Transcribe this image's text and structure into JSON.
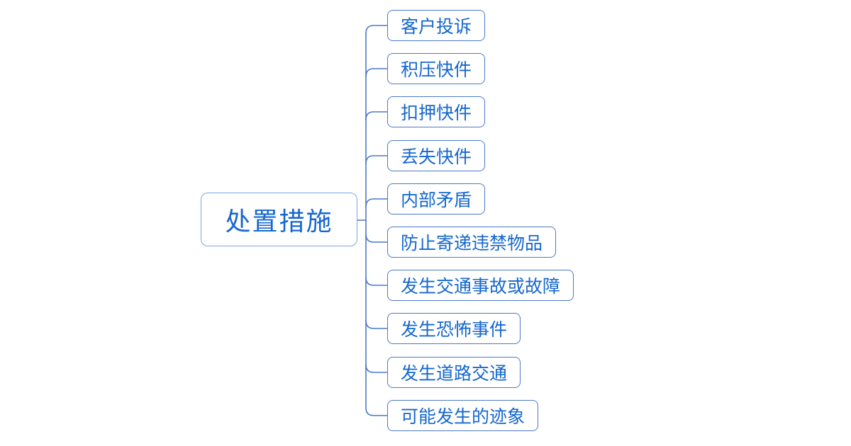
{
  "diagram": {
    "type": "mindmap",
    "root": {
      "label": "处置措施"
    },
    "children": [
      {
        "label": "客户投诉"
      },
      {
        "label": "积压快件"
      },
      {
        "label": "扣押快件"
      },
      {
        "label": "丢失快件"
      },
      {
        "label": "内部矛盾"
      },
      {
        "label": "防止寄递违禁物品"
      },
      {
        "label": "发生交通事故或故障"
      },
      {
        "label": "发生恐怖事件"
      },
      {
        "label": "发生道路交通"
      },
      {
        "label": "可能发生的迹象"
      }
    ],
    "colors": {
      "text": "#1567CE",
      "root_border": "#7EA6E0",
      "child_border": "#4B79C8",
      "connector": "#4B79C8",
      "background": "#FFFFFF"
    }
  }
}
